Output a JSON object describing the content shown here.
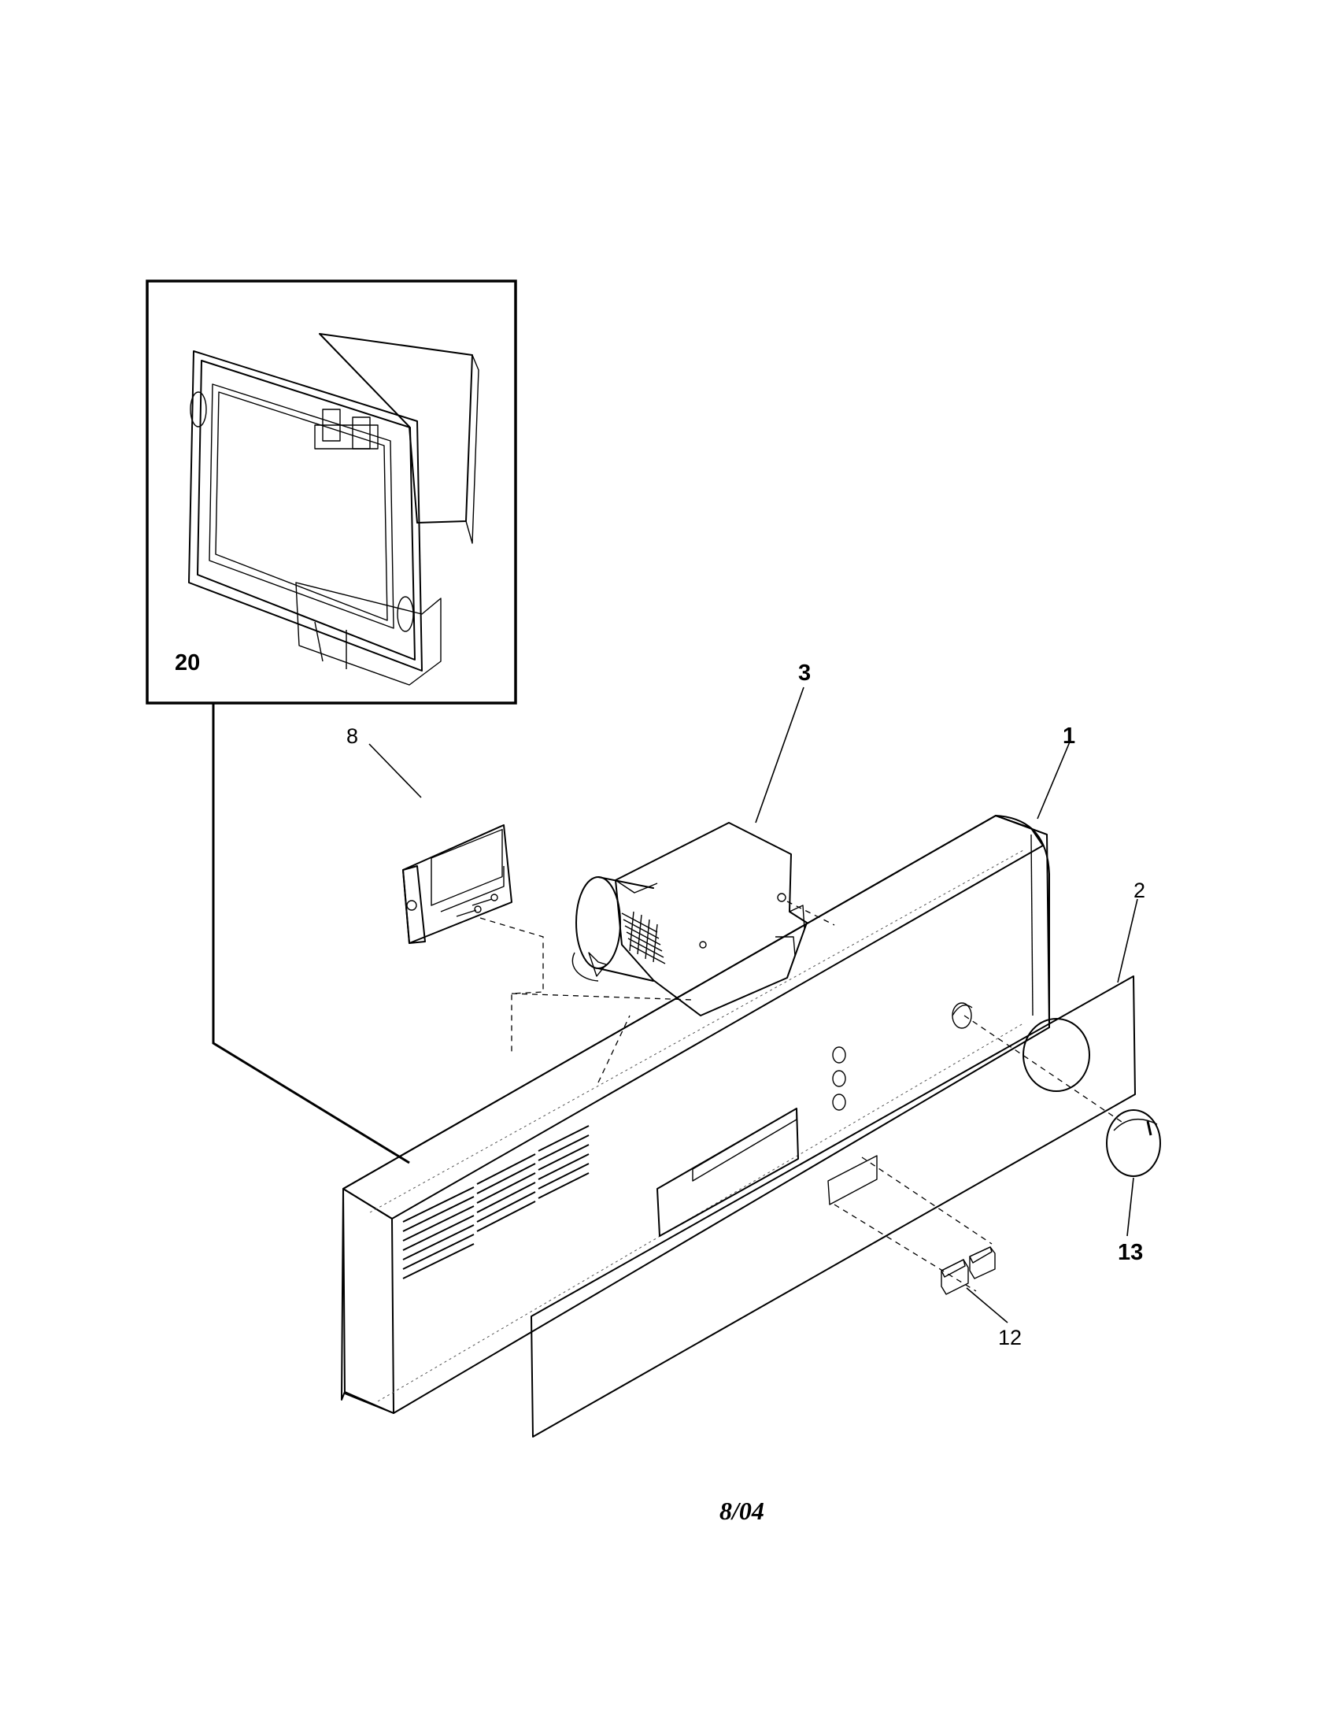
{
  "callouts": {
    "inset_20": "20",
    "part_1": "1",
    "part_2": "2",
    "part_3": "3",
    "part_8": "8",
    "part_12": "12",
    "part_13": "13"
  },
  "footer": {
    "date": "8/04"
  }
}
